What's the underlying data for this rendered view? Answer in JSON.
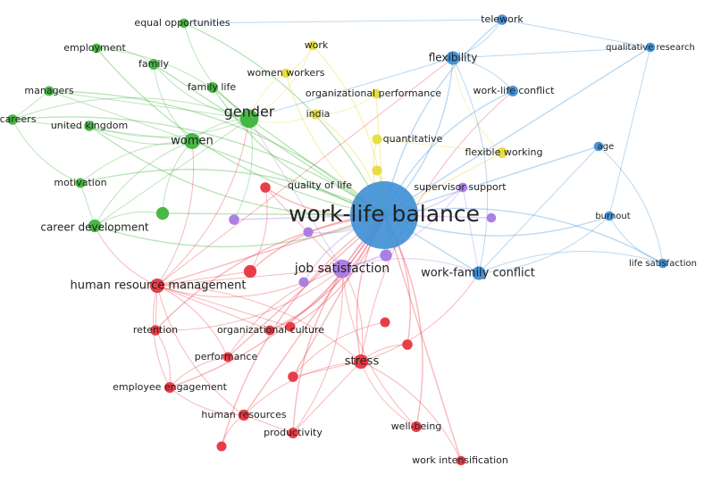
{
  "clusters": {
    "red": "#e8343e",
    "green": "#3fb43b",
    "blue": "#3d8fd6",
    "yellow": "#e6dc3a",
    "purple": "#a779e0"
  },
  "nodes": [
    {
      "id": "wlb",
      "label": "work-life balance",
      "cluster": "blue",
      "weight": 10
    },
    {
      "id": "telework",
      "label": "telework",
      "cluster": "blue",
      "weight": 1.2
    },
    {
      "id": "qualres",
      "label": "qualitative research",
      "cluster": "blue",
      "weight": 1
    },
    {
      "id": "flexibility",
      "label": "flexibility",
      "cluster": "blue",
      "weight": 2
    },
    {
      "id": "wlconflict",
      "label": "work-life conflict",
      "cluster": "blue",
      "weight": 1.3
    },
    {
      "id": "age",
      "label": "age",
      "cluster": "blue",
      "weight": 1
    },
    {
      "id": "burnout",
      "label": "burnout",
      "cluster": "blue",
      "weight": 1
    },
    {
      "id": "lifesat",
      "label": "life satisfaction",
      "cluster": "blue",
      "weight": 1
    },
    {
      "id": "wfconflict",
      "label": "work-family conflict",
      "cluster": "blue",
      "weight": 2
    },
    {
      "id": "equalopp",
      "label": "equal opportunities",
      "cluster": "green",
      "weight": 1
    },
    {
      "id": "employment",
      "label": "employment",
      "cluster": "green",
      "weight": 1
    },
    {
      "id": "family",
      "label": "family",
      "cluster": "green",
      "weight": 1.3
    },
    {
      "id": "managers",
      "label": "managers",
      "cluster": "green",
      "weight": 1.1
    },
    {
      "id": "familylife",
      "label": "family life",
      "cluster": "green",
      "weight": 1.3
    },
    {
      "id": "gender",
      "label": "gender",
      "cluster": "green",
      "weight": 3.2
    },
    {
      "id": "careers",
      "label": "careers",
      "cluster": "green",
      "weight": 1.2
    },
    {
      "id": "uk",
      "label": "united kingdom",
      "cluster": "green",
      "weight": 1.2
    },
    {
      "id": "women",
      "label": "women",
      "cluster": "green",
      "weight": 2.6
    },
    {
      "id": "motivation",
      "label": "motivation",
      "cluster": "green",
      "weight": 1.1
    },
    {
      "id": "careerdev",
      "label": "career development",
      "cluster": "green",
      "weight": 1.8
    },
    {
      "id": "gnode",
      "label": "",
      "cluster": "green",
      "weight": 1.8
    },
    {
      "id": "work",
      "label": "work",
      "cluster": "yellow",
      "weight": 1
    },
    {
      "id": "womenworkers",
      "label": "women workers",
      "cluster": "yellow",
      "weight": 1
    },
    {
      "id": "orgperf",
      "label": "organizational performance",
      "cluster": "yellow",
      "weight": 1
    },
    {
      "id": "india",
      "label": "india",
      "cluster": "yellow",
      "weight": 1.1
    },
    {
      "id": "quantitative",
      "label": "quantitative",
      "cluster": "yellow",
      "weight": 1.1
    },
    {
      "id": "flexwork",
      "label": "flexible working",
      "cluster": "yellow",
      "weight": 1.3
    },
    {
      "id": "ynode",
      "label": "",
      "cluster": "yellow",
      "weight": 1.1
    },
    {
      "id": "qol",
      "label": "quality of life",
      "cluster": "red",
      "weight": 1.2
    },
    {
      "id": "hrm",
      "label": "human resource management",
      "cluster": "red",
      "weight": 2.2
    },
    {
      "id": "retention",
      "label": "retention",
      "cluster": "red",
      "weight": 1.2
    },
    {
      "id": "orgculture",
      "label": "organizational culture",
      "cluster": "red",
      "weight": 1.1
    },
    {
      "id": "performance",
      "label": "performance",
      "cluster": "red",
      "weight": 1.1
    },
    {
      "id": "stress",
      "label": "stress",
      "cluster": "red",
      "weight": 2.2
    },
    {
      "id": "engagement",
      "label": "employee engagement",
      "cluster": "red",
      "weight": 1.3
    },
    {
      "id": "hr",
      "label": "human resources",
      "cluster": "red",
      "weight": 1.4
    },
    {
      "id": "productivity",
      "label": "productivity",
      "cluster": "red",
      "weight": 1.3
    },
    {
      "id": "wellbeing",
      "label": "well-being",
      "cluster": "red",
      "weight": 1.3
    },
    {
      "id": "workint",
      "label": "work intensification",
      "cluster": "red",
      "weight": 1
    },
    {
      "id": "rnode1",
      "label": "",
      "cluster": "red",
      "weight": 1.8
    },
    {
      "id": "rnode2",
      "label": "",
      "cluster": "red",
      "weight": 1.2
    },
    {
      "id": "rnode3",
      "label": "",
      "cluster": "red",
      "weight": 1.2
    },
    {
      "id": "rnode4",
      "label": "",
      "cluster": "red",
      "weight": 1.1
    },
    {
      "id": "rnode5",
      "label": "",
      "cluster": "red",
      "weight": 1.1
    },
    {
      "id": "rnode6",
      "label": "",
      "cluster": "red",
      "weight": 1.1
    },
    {
      "id": "jobsat",
      "label": "job satisfaction",
      "cluster": "purple",
      "weight": 3.2
    },
    {
      "id": "supervisor",
      "label": "supervisor support",
      "cluster": "purple",
      "weight": 1
    },
    {
      "id": "pnode1",
      "label": "",
      "cluster": "purple",
      "weight": 1.6
    },
    {
      "id": "pnode2",
      "label": "",
      "cluster": "purple",
      "weight": 1.2
    },
    {
      "id": "pnode3",
      "label": "",
      "cluster": "purple",
      "weight": 1.1
    },
    {
      "id": "pnode4",
      "label": "",
      "cluster": "purple",
      "weight": 1.1
    },
    {
      "id": "pnode5",
      "label": "",
      "cluster": "purple",
      "weight": 1
    }
  ],
  "links": [
    [
      "wlb",
      "telework"
    ],
    [
      "wlb",
      "qualres"
    ],
    [
      "wlb",
      "flexibility"
    ],
    [
      "wlb",
      "wlconflict"
    ],
    [
      "wlb",
      "age"
    ],
    [
      "wlb",
      "burnout"
    ],
    [
      "wlb",
      "lifesat"
    ],
    [
      "wlb",
      "wfconflict"
    ],
    [
      "wlb",
      "equalopp"
    ],
    [
      "wlb",
      "employment"
    ],
    [
      "wlb",
      "family"
    ],
    [
      "wlb",
      "managers"
    ],
    [
      "wlb",
      "familylife"
    ],
    [
      "wlb",
      "gender"
    ],
    [
      "wlb",
      "careers"
    ],
    [
      "wlb",
      "uk"
    ],
    [
      "wlb",
      "women"
    ],
    [
      "wlb",
      "motivation"
    ],
    [
      "wlb",
      "careerdev"
    ],
    [
      "wlb",
      "gnode"
    ],
    [
      "wlb",
      "work"
    ],
    [
      "wlb",
      "womenworkers"
    ],
    [
      "wlb",
      "orgperf"
    ],
    [
      "wlb",
      "india"
    ],
    [
      "wlb",
      "quantitative"
    ],
    [
      "wlb",
      "flexwork"
    ],
    [
      "wlb",
      "ynode"
    ],
    [
      "wlb",
      "qol"
    ],
    [
      "wlb",
      "hrm"
    ],
    [
      "wlb",
      "retention"
    ],
    [
      "wlb",
      "orgculture"
    ],
    [
      "wlb",
      "performance"
    ],
    [
      "wlb",
      "stress"
    ],
    [
      "wlb",
      "engagement"
    ],
    [
      "wlb",
      "hr"
    ],
    [
      "wlb",
      "productivity"
    ],
    [
      "wlb",
      "wellbeing"
    ],
    [
      "wlb",
      "workint"
    ],
    [
      "wlb",
      "rnode1"
    ],
    [
      "wlb",
      "rnode2"
    ],
    [
      "wlb",
      "rnode3"
    ],
    [
      "wlb",
      "rnode4"
    ],
    [
      "wlb",
      "rnode5"
    ],
    [
      "wlb",
      "jobsat"
    ],
    [
      "wlb",
      "supervisor"
    ],
    [
      "wlb",
      "pnode1"
    ],
    [
      "wlb",
      "pnode2"
    ],
    [
      "wlb",
      "pnode3"
    ],
    [
      "wlb",
      "pnode4"
    ],
    [
      "wlb",
      "pnode5"
    ],
    [
      "gender",
      "women"
    ],
    [
      "gender",
      "family"
    ],
    [
      "gender",
      "familylife"
    ],
    [
      "gender",
      "employment"
    ],
    [
      "gender",
      "equalopp"
    ],
    [
      "gender",
      "managers"
    ],
    [
      "gender",
      "careers"
    ],
    [
      "gender",
      "uk"
    ],
    [
      "gender",
      "careerdev"
    ],
    [
      "gender",
      "work"
    ],
    [
      "gender",
      "womenworkers"
    ],
    [
      "gender",
      "flexibility"
    ],
    [
      "gender",
      "india"
    ],
    [
      "gender",
      "hrm"
    ],
    [
      "gender",
      "jobsat"
    ],
    [
      "women",
      "careerdev"
    ],
    [
      "women",
      "uk"
    ],
    [
      "women",
      "careers"
    ],
    [
      "women",
      "motivation"
    ],
    [
      "women",
      "family"
    ],
    [
      "women",
      "managers"
    ],
    [
      "women",
      "gnode"
    ],
    [
      "women",
      "hrm"
    ],
    [
      "careerdev",
      "motivation"
    ],
    [
      "careerdev",
      "hrm"
    ],
    [
      "careerdev",
      "gnode"
    ],
    [
      "careers",
      "managers"
    ],
    [
      "careers",
      "motivation"
    ],
    [
      "employment",
      "family"
    ],
    [
      "equalopp",
      "telework"
    ],
    [
      "flexibility",
      "telework"
    ],
    [
      "flexibility",
      "wlconflict"
    ],
    [
      "flexibility",
      "qualres"
    ],
    [
      "flexibility",
      "flexwork"
    ],
    [
      "flexibility",
      "wfconflict"
    ],
    [
      "flexibility",
      "hrm"
    ],
    [
      "wfconflict",
      "burnout"
    ],
    [
      "wfconflict",
      "lifesat"
    ],
    [
      "wfconflict",
      "age"
    ],
    [
      "wfconflict",
      "jobsat"
    ],
    [
      "wfconflict",
      "stress"
    ],
    [
      "wfconflict",
      "supervisor"
    ],
    [
      "burnout",
      "lifesat"
    ],
    [
      "age",
      "lifesat"
    ],
    [
      "qualres",
      "burnout"
    ],
    [
      "wlconflict",
      "stress"
    ],
    [
      "jobsat",
      "stress"
    ],
    [
      "jobsat",
      "hrm"
    ],
    [
      "jobsat",
      "performance"
    ],
    [
      "jobsat",
      "orgculture"
    ],
    [
      "jobsat",
      "qol"
    ],
    [
      "jobsat",
      "supervisor"
    ],
    [
      "jobsat",
      "productivity"
    ],
    [
      "jobsat",
      "pnode1"
    ],
    [
      "jobsat",
      "wellbeing"
    ],
    [
      "jobsat",
      "retention"
    ],
    [
      "hrm",
      "retention"
    ],
    [
      "hrm",
      "engagement"
    ],
    [
      "hrm",
      "performance"
    ],
    [
      "hrm",
      "rnode1"
    ],
    [
      "hrm",
      "hr"
    ],
    [
      "hrm",
      "stress"
    ],
    [
      "hrm",
      "orgculture"
    ],
    [
      "stress",
      "wellbeing"
    ],
    [
      "stress",
      "workint"
    ],
    [
      "stress",
      "productivity"
    ],
    [
      "stress",
      "hr"
    ],
    [
      "stress",
      "rnode2"
    ],
    [
      "stress",
      "rnode3"
    ],
    [
      "engagement",
      "hr"
    ],
    [
      "engagement",
      "performance"
    ],
    [
      "hr",
      "productivity"
    ],
    [
      "hr",
      "rnode4"
    ],
    [
      "retention",
      "engagement"
    ],
    [
      "rnode5",
      "hrm"
    ],
    [
      "rnode6",
      "rnode3"
    ],
    [
      "qol",
      "rnode1"
    ],
    [
      "flexwork",
      "quantitative"
    ],
    [
      "india",
      "orgperf"
    ],
    [
      "work",
      "womenworkers"
    ],
    [
      "telework",
      "qualres"
    ],
    [
      "pnode2",
      "gender"
    ],
    [
      "pnode3",
      "hrm"
    ]
  ]
}
